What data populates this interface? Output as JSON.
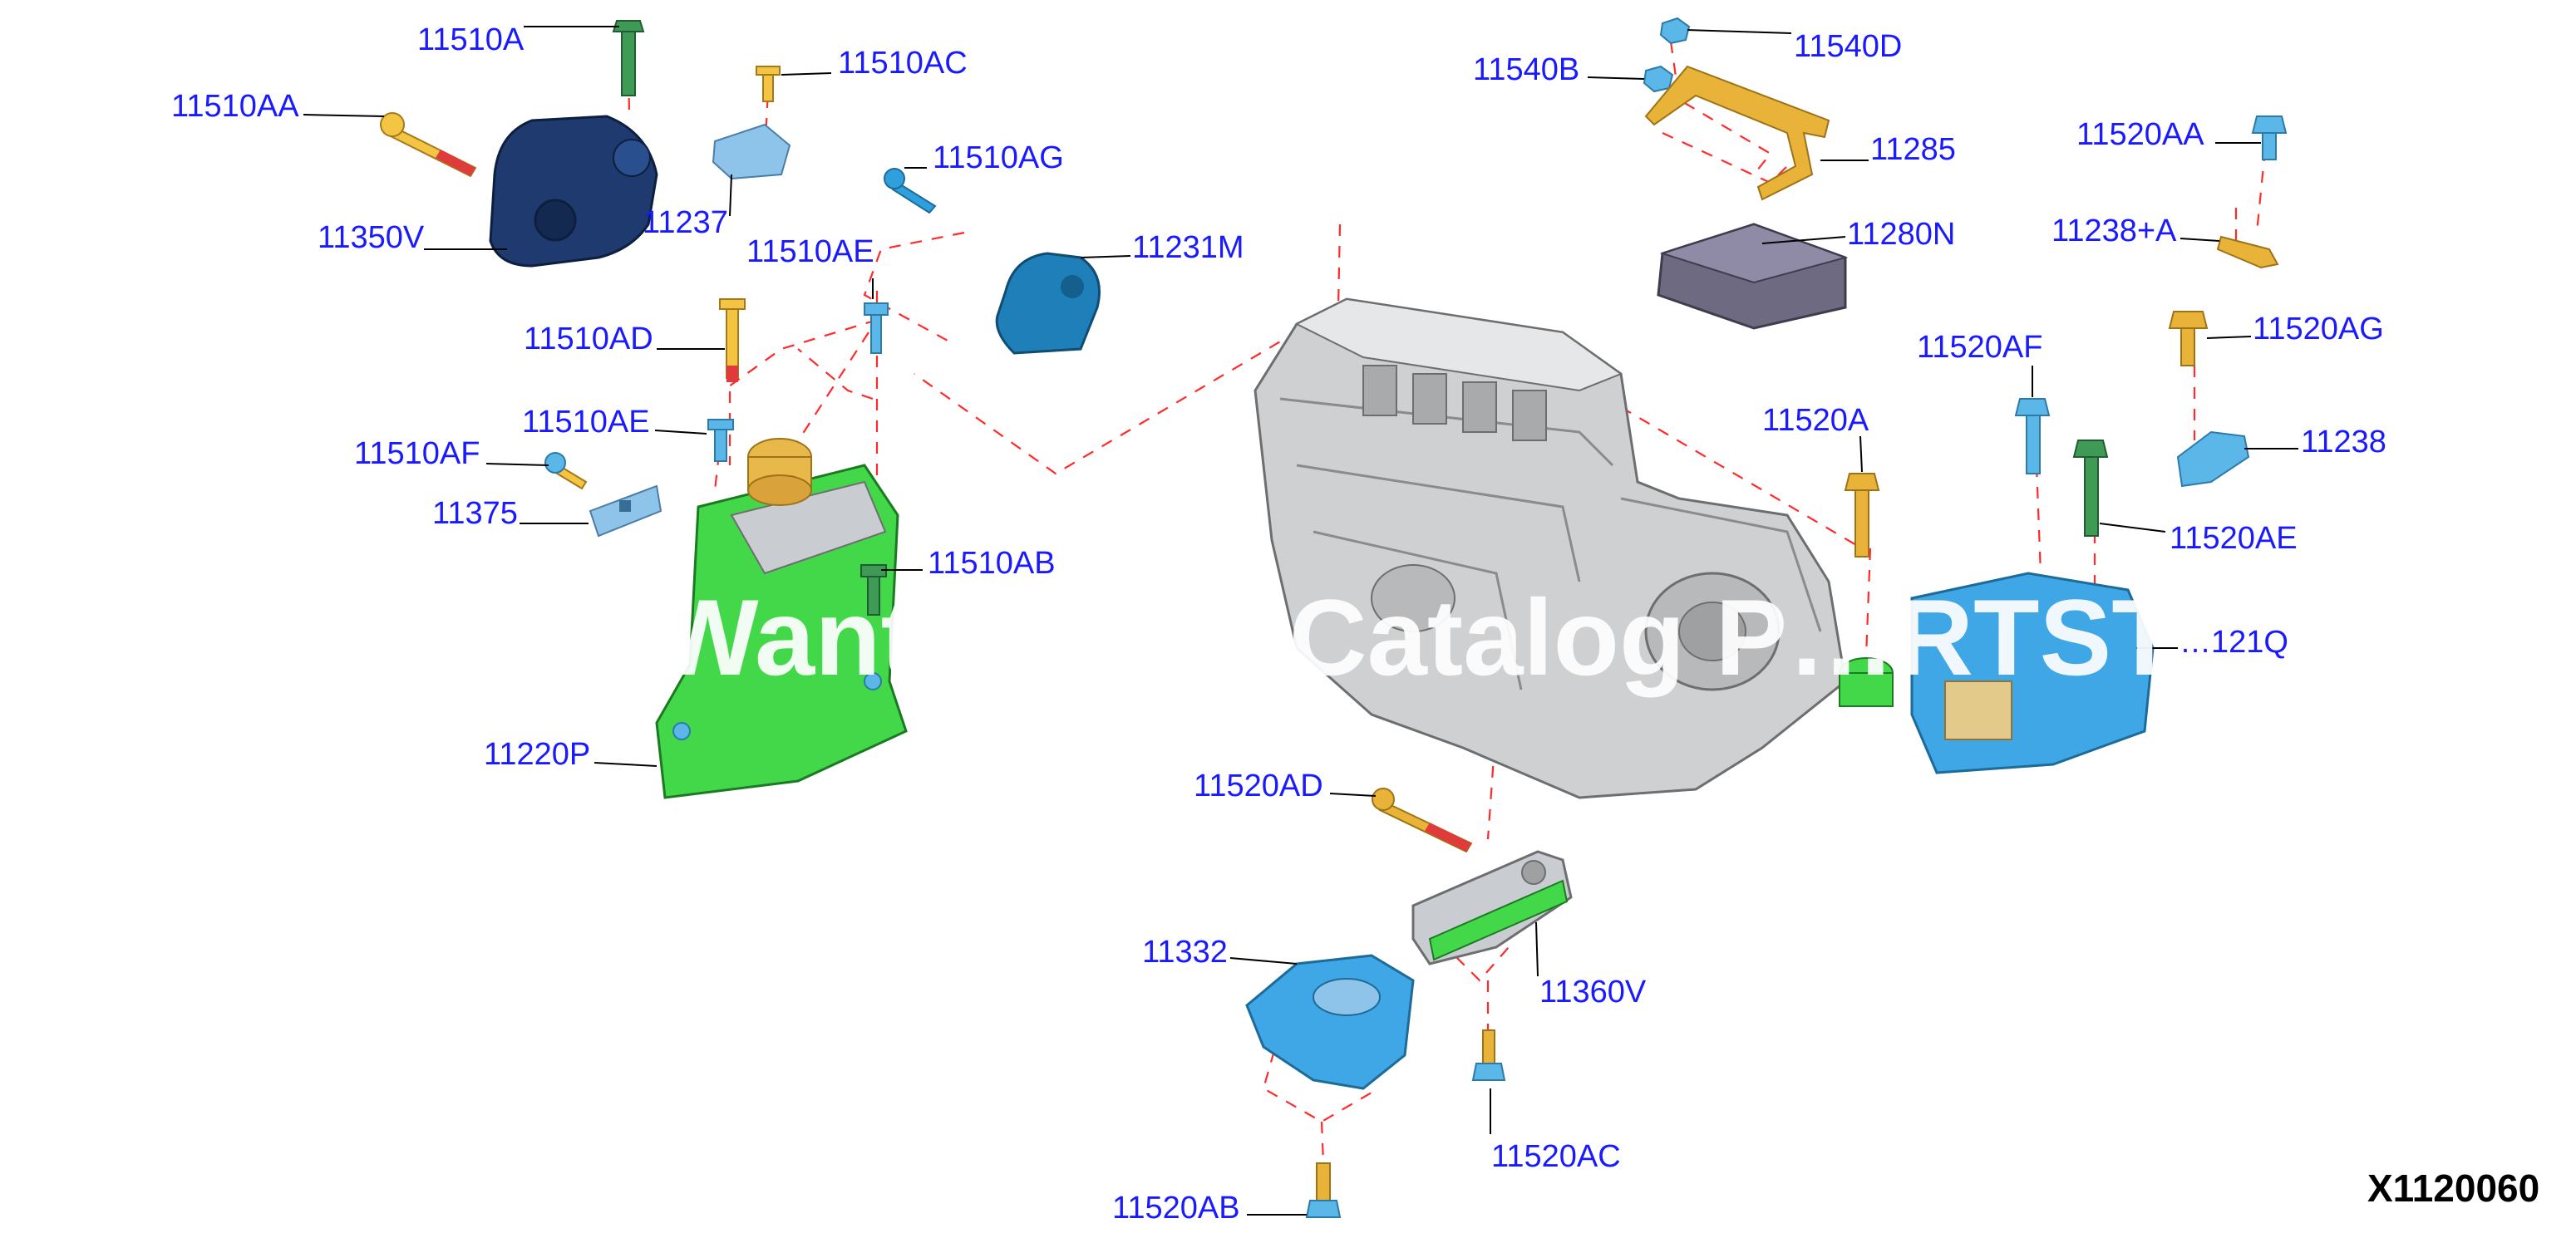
{
  "diagram": {
    "code": "X1120060",
    "watermark": "Want… …ts Catalog P…RTST…",
    "callouts": {
      "c11510A": "11510A",
      "c11510AA": "11510AA",
      "c11510AC": "11510AC",
      "c11350V": "11350V",
      "c11237": "11237",
      "c11510AG": "11510AG",
      "c11510AE_top": "11510AE",
      "c11231M": "11231M",
      "c11510AD": "11510AD",
      "c11510AE": "11510AE",
      "c11510AF": "11510AF",
      "c11375": "11375",
      "c11510AB": "11510AB",
      "c11220P": "11220P",
      "c11540B": "11540B",
      "c11540D": "11540D",
      "c11285": "11285",
      "c11280N": "11280N",
      "c11520AA": "11520AA",
      "c11238A": "11238+A",
      "c11520AG": "11520AG",
      "c11520AF": "11520AF",
      "c11520A": "11520A",
      "c11238": "11238",
      "c11520AE": "11520AE",
      "c11121Q": "…121Q",
      "c11520AD": "11520AD",
      "c11332": "11332",
      "c11360V": "11360V",
      "c11520AC": "11520AC",
      "c11520AB": "11520AB"
    }
  }
}
